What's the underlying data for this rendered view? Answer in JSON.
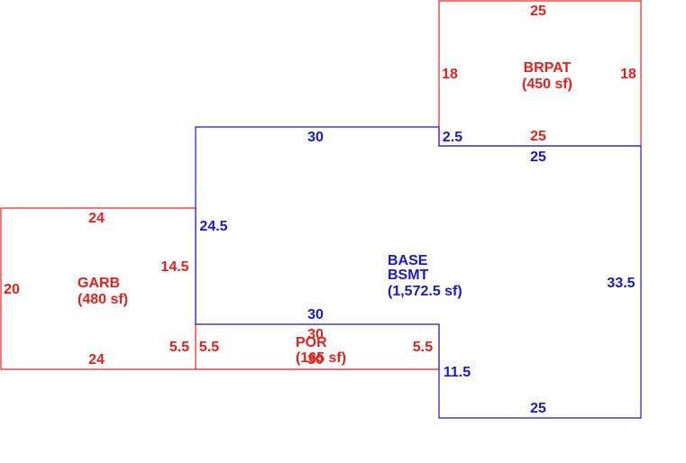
{
  "colors": {
    "red": "#e8201c",
    "blue": "#1a18c9"
  },
  "areas": {
    "brpat": {
      "name": "BRPAT",
      "area": "(450 sf)",
      "top": "25",
      "bottom": "25",
      "left": "18",
      "right": "18"
    },
    "base": {
      "name_line1": "BASE",
      "name_line2": "BSMT",
      "area": "(1,572.5 sf)",
      "top": "30",
      "offset": "2.5",
      "upper_right_top": "25",
      "right": "33.5",
      "bottom": "25",
      "step": "11.5",
      "left": "24.5",
      "inner_top": "30"
    },
    "garb": {
      "name": "GARB",
      "area": "(480 sf)",
      "top": "24",
      "bottom": "24",
      "left": "20",
      "right_upper": "14.5",
      "right_lower": "5.5"
    },
    "por": {
      "name": "POR",
      "area": "(165 sf)",
      "top": "30",
      "bottom": "30",
      "left": "5.5",
      "right": "5.5"
    }
  }
}
